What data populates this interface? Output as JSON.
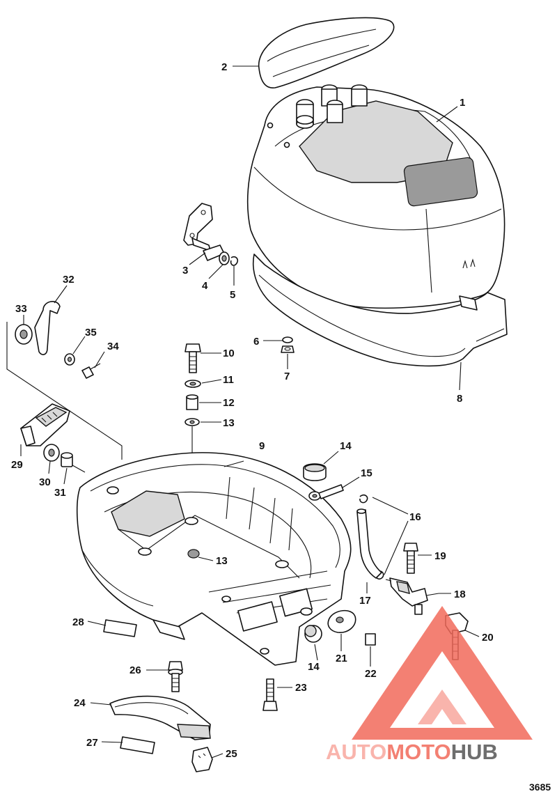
{
  "diagram": {
    "document_number": "3685",
    "callouts": [
      "1",
      "2",
      "3",
      "4",
      "5",
      "6",
      "7",
      "8",
      "9",
      "10",
      "11",
      "12",
      "13",
      "13",
      "14",
      "14",
      "15",
      "16",
      "17",
      "18",
      "19",
      "20",
      "21",
      "22",
      "23",
      "24",
      "25",
      "26",
      "27",
      "28",
      "29",
      "30",
      "31",
      "32",
      "33",
      "34",
      "35"
    ]
  },
  "watermark": {
    "part1": "AUTO",
    "part2": "MOTO",
    "part3": "HUB",
    "color_primary": "#f26b5b",
    "color_light": "#f8a89e",
    "color_dark": "#555555"
  }
}
